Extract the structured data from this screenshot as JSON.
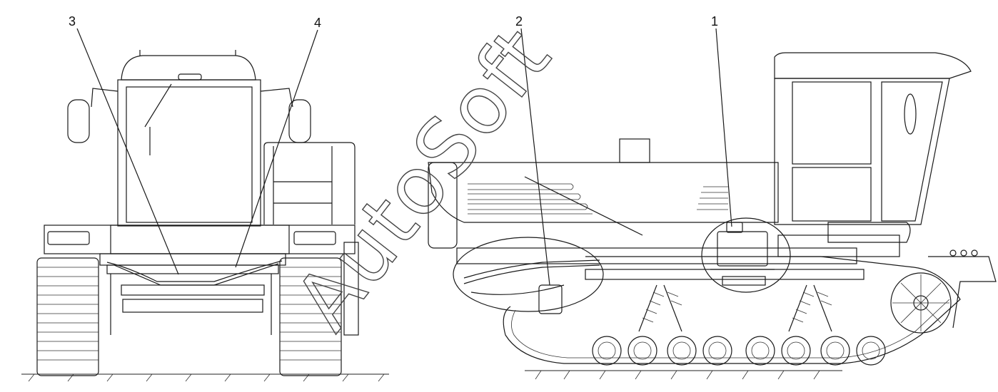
{
  "callouts": [
    {
      "id": "1",
      "label": "1"
    },
    {
      "id": "2",
      "label": "2"
    },
    {
      "id": "3",
      "label": "3"
    },
    {
      "id": "4",
      "label": "4"
    }
  ],
  "watermark": "AutoSoft",
  "views": [
    "front-view",
    "side-view"
  ]
}
